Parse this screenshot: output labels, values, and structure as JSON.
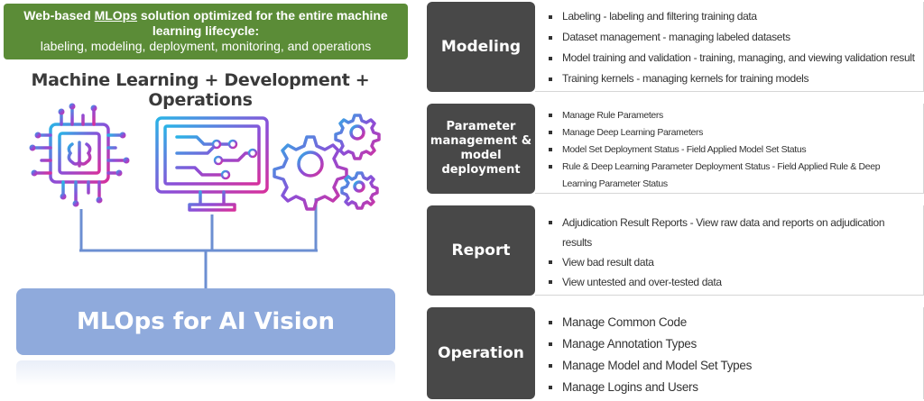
{
  "banner": {
    "line1_prefix": "Web-based ",
    "line1_underlined": "MLOps",
    "line1_suffix": " solution optimized for the entire machine learning lifecycle:",
    "line2": "labeling, modeling, deployment, monitoring, and operations"
  },
  "heading": "Machine Learning + Development + Operations",
  "illustration": {
    "icons": [
      "ai-chip-brain-icon",
      "monitor-circuit-icon",
      "gears-icon"
    ],
    "gradient_colors": [
      "#2ab3e6",
      "#8a4fd8",
      "#d6309c"
    ]
  },
  "platform": {
    "label": "MLOps for AI Vision",
    "color": "#8faadc"
  },
  "sections": [
    {
      "label": "Modeling",
      "items": [
        "Labeling - labeling and filtering training data",
        "Dataset management - managing labeled datasets",
        "Model training and validation - training, managing, and viewing validation result",
        "Training kernels - managing kernels for training models"
      ]
    },
    {
      "label": "Parameter management & model deployment",
      "items": [
        "Manage Rule Parameters",
        "Manage Deep Learning Parameters",
        "Model Set Deployment Status - Field Applied Model Set Status",
        "Rule & Deep Learning Parameter Deployment Status - Field Applied Rule & Deep Learning Parameter Status"
      ]
    },
    {
      "label": "Report",
      "items": [
        "Adjudication Result Reports - View raw data and reports on adjudication results",
        "View bad result data",
        "View untested and over-tested data"
      ]
    },
    {
      "label": "Operation",
      "items": [
        "Manage Common Code",
        "Manage Annotation Types",
        "Manage Model and Model Set Types",
        "Manage Logins and Users"
      ]
    }
  ],
  "colors": {
    "banner": "#5b8c37",
    "section_label": "#484848"
  }
}
